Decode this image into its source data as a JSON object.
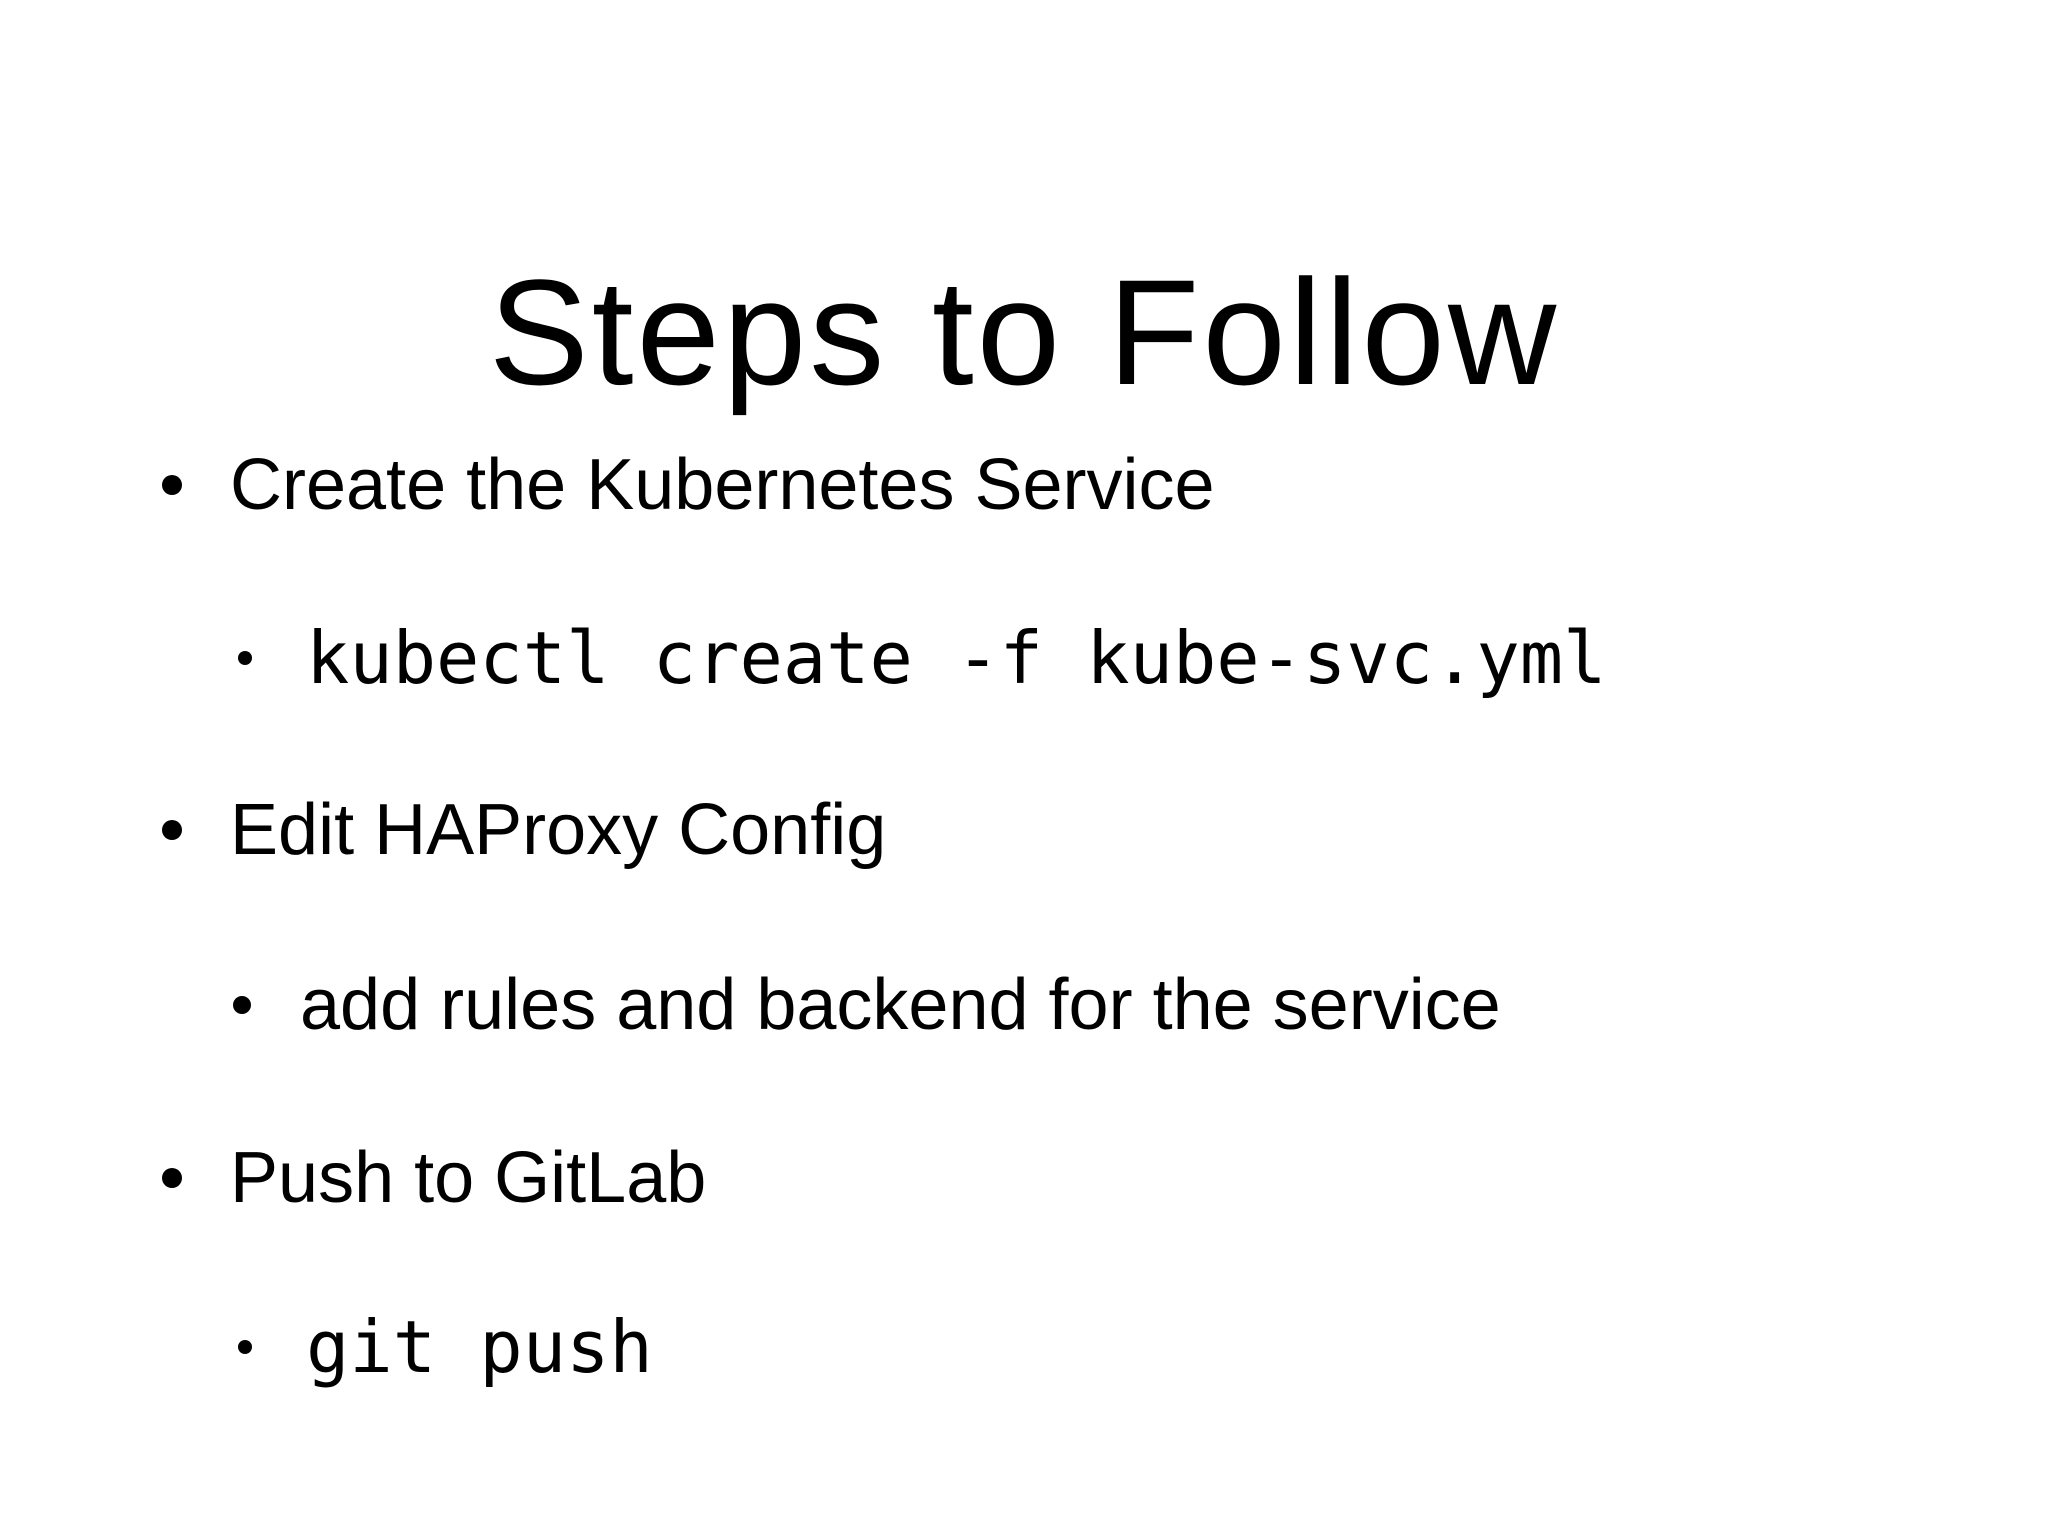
{
  "slide": {
    "title": "Steps to Follow",
    "bullets": [
      {
        "level": 1,
        "style": "text",
        "text": "Create the Kubernetes Service"
      },
      {
        "level": 2,
        "style": "code",
        "text": "kubectl create -f kube-svc.yml"
      },
      {
        "level": 1,
        "style": "text",
        "text": "Edit HAProxy Config"
      },
      {
        "level": 2,
        "style": "text",
        "text": "add rules and backend for the service"
      },
      {
        "level": 1,
        "style": "text",
        "text": "Push to GitLab"
      },
      {
        "level": 2,
        "style": "code",
        "text": "git push"
      }
    ],
    "colors": {
      "background": "#ffffff",
      "text": "#000000"
    }
  }
}
